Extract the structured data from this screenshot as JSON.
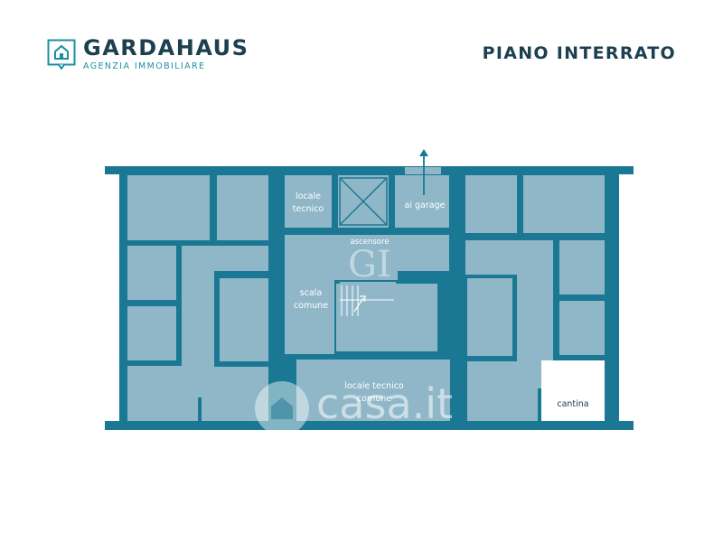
{
  "brand": {
    "name": "GARDAHAUS",
    "tagline": "AGENZIA IMMOBILIARE",
    "icon": "house-icon",
    "color": "#1d4050",
    "accent": "#1d8fa3"
  },
  "page_title": "PIANO INTERRATO",
  "plan": {
    "wall_color": "#1a7894",
    "room_color": "#8fb7c8",
    "highlight_color": "#ffffff",
    "rooms": {
      "locale_tecnico": "locale\ntecnico",
      "ai_garage": "ai garage",
      "ascensore": "ascensore",
      "scala_comune": "scala\ncomune",
      "locale_tecnico_comune": "locale tecnico\ncomune",
      "cantina": "cantina"
    }
  },
  "watermarks": {
    "casa": "casa.it",
    "monogram": "GI"
  }
}
